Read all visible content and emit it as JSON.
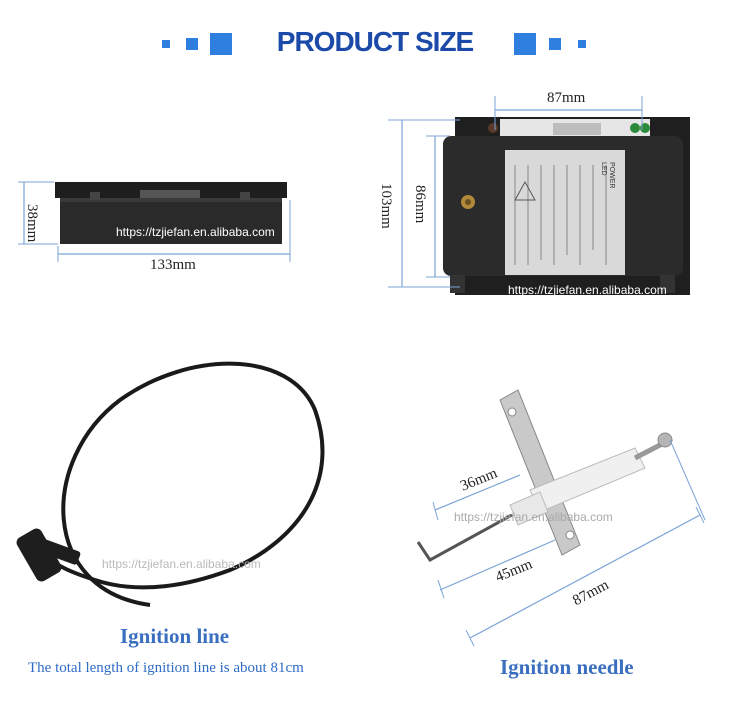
{
  "header": {
    "title": "PRODUCT SIZE",
    "accent_color": "#2f7fe0",
    "title_color": "#1b4aa8"
  },
  "side_view": {
    "height_label": "38mm",
    "width_label": "133mm",
    "watermark": "https://tzjiefan.en.alibaba.com"
  },
  "top_view": {
    "width_label": "87mm",
    "outer_height_label": "103mm",
    "inner_height_label": "86mm",
    "watermark": "https://tzjiefan.en.alibaba.com",
    "label_lines": [
      "POWER",
      "LED"
    ]
  },
  "ignition_line": {
    "title": "Ignition line",
    "description": "The total length of ignition line is about 81cm",
    "watermark": "https://tzjiefan.en.alibaba.com"
  },
  "ignition_needle": {
    "title": "Ignition needle",
    "dim_36": "36mm",
    "dim_45": "45mm",
    "dim_87": "87mm",
    "watermark": "https://tzjiefan.en.alibaba.com"
  }
}
